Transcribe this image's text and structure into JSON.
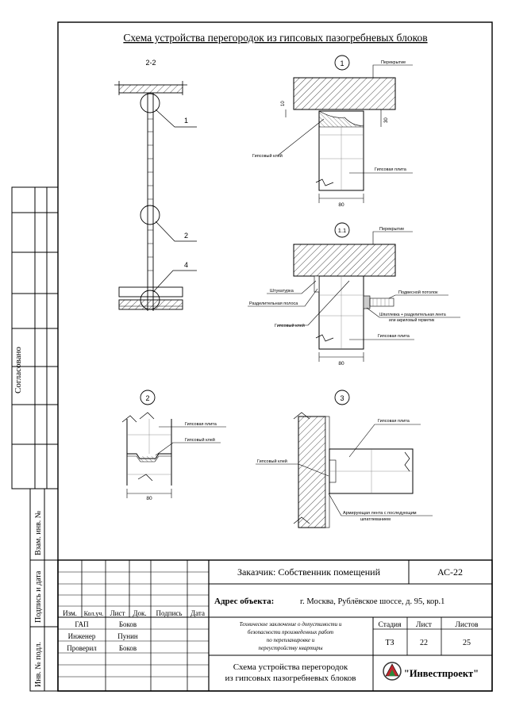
{
  "sheet": {
    "title": "Схема устройства перегородок из гипсовых пазогребневых блоков"
  },
  "side_strip": {
    "agreed": "Согласовано",
    "inv_no_replaced": "Взам. инв. №",
    "sign_date": "Подпись и дата",
    "inv_no_orig": "Инв. № подл."
  },
  "details": {
    "section_2_2": {
      "label": "2-2",
      "callouts": [
        "1",
        "2",
        "4"
      ]
    },
    "detail_1": {
      "label": "1",
      "perekrytie": "Перекрытие",
      "dim_10": "10",
      "dim_30": "30",
      "glue": "Гипсовый клей",
      "plate": "Гипсовая плита",
      "dim_80": "80"
    },
    "detail_1_1": {
      "label": "1.1",
      "perekrytie": "Перекрытие",
      "plaster": "Штукатурка",
      "strip": "Разделительная полоса",
      "ceiling": "Подвесной потолок",
      "putty": "Шпатлевка + разделительная лента",
      "putty2": "или акриловый герметик",
      "glue": "Гипсовый клей",
      "plate": "Гипсовая плита",
      "dim_80": "80"
    },
    "detail_2": {
      "label": "2",
      "plate": "Гипсовая плита",
      "glue": "Гипсовый клей",
      "dim_80": "80"
    },
    "detail_3": {
      "label": "3",
      "plate": "Гипсовая плита",
      "glue": "Гипсовый клей",
      "tape": "Армирующая лента с последующим",
      "tape2": "шпатлеванием"
    }
  },
  "title_block": {
    "customer": "Заказчик: Собственник помещений",
    "code": "АС-22",
    "address_label": "Адрес объекта:",
    "address_value": "г. Москва, Рублёвское шоссе, д. 95, кор.1",
    "headers": [
      "Изм.",
      "Кол.уч.",
      "Лист",
      "Док.",
      "Подпись",
      "Дата"
    ],
    "people": [
      {
        "role": "ГАП",
        "name": "Боков"
      },
      {
        "role": "Инженер",
        "name": "Пунин"
      },
      {
        "role": "Проверил",
        "name": "Боков"
      }
    ],
    "doc_desc": [
      "Техническое заключение о допустимости и",
      "безопасности произведенных работ",
      "по перепланировке и",
      "переустройству квартиры"
    ],
    "stage_label": "Стадия",
    "sheet_label": "Лист",
    "sheets_label": "Листов",
    "stage": "ТЗ",
    "sheet_no": "22",
    "sheets_total": "25",
    "drawing_name": [
      "Схема устройства перегородок",
      "из гипсовых пазогребневых блоков"
    ],
    "company": "\"Инвестпроект\""
  }
}
